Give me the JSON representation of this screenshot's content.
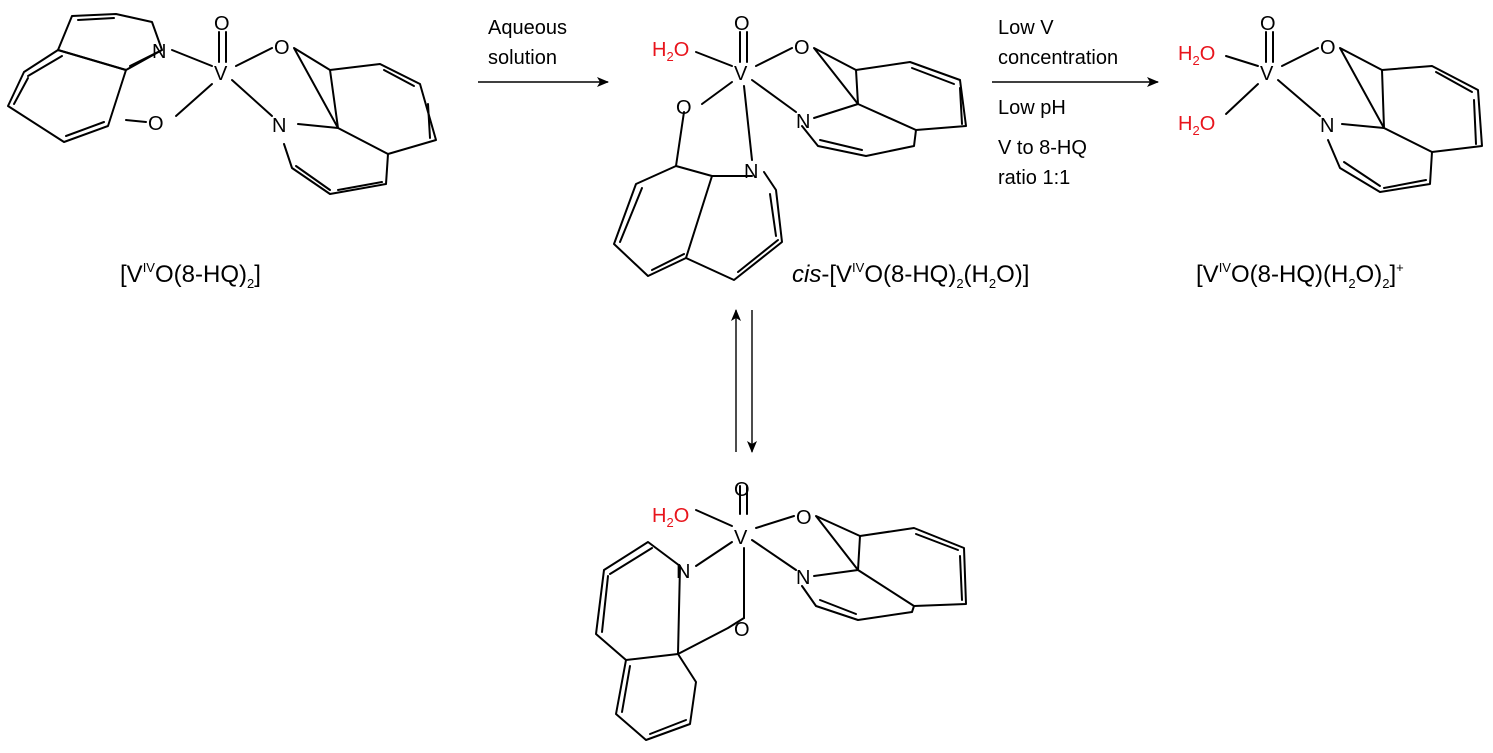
{
  "atoms": {
    "vanadium": "V",
    "oxygen": "O",
    "nitrogen": "N",
    "water_prefix": "H",
    "water_sub": "2",
    "water_suffix": "O"
  },
  "arrows": {
    "step1": {
      "line1": "Aqueous",
      "line2": "solution"
    },
    "step2": {
      "line1": "Low V",
      "line2": "concentration",
      "line3": "Low pH",
      "line4": "V to 8-HQ",
      "line5": "ratio 1:1"
    }
  },
  "compounds": {
    "left": {
      "open": "[V",
      "sup": "IV",
      "mid": "O(8-HQ)",
      "sub": "2",
      "close": "]"
    },
    "center": {
      "prefix": "cis",
      "dash": "-[V",
      "sup": "IV",
      "mid1": "O(8-HQ)",
      "sub1": "2",
      "mid2": "(H",
      "sub2": "2",
      "close": "O)]"
    },
    "right": {
      "open": "[V",
      "sup": "IV",
      "mid": "O(8-HQ)(H",
      "sub": "2",
      "mid2": "O)",
      "sub2": "2",
      "close": "]",
      "charge": "+"
    }
  },
  "colors": {
    "water": "#e8141c",
    "ink": "#000000"
  }
}
